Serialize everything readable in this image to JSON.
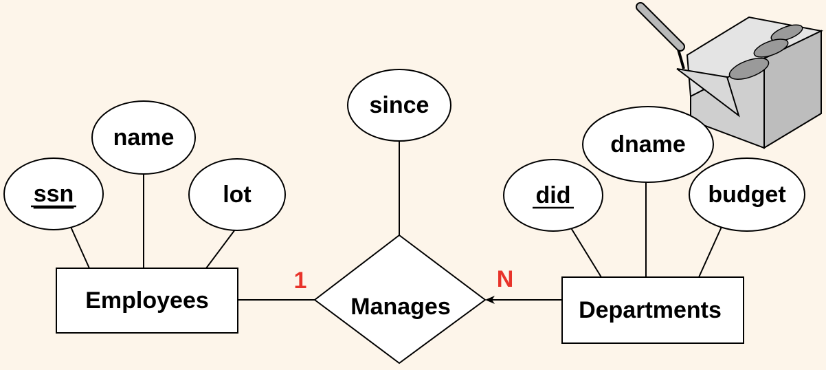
{
  "diagram": {
    "entities": {
      "employees": "Employees",
      "departments": "Departments"
    },
    "relationship": {
      "manages": "Manages"
    },
    "attributes": {
      "ssn": "ssn",
      "name": "name",
      "lot": "lot",
      "since": "since",
      "did": "did",
      "dname": "dname",
      "budget": "budget"
    },
    "cardinalities": {
      "employees_side": "1",
      "departments_side": "N"
    },
    "key_attributes": [
      "ssn",
      "did"
    ],
    "colors": {
      "background": "#fdf5ea",
      "cardinality": "#e8332a"
    },
    "decoration": "brick-and-trowel-icon"
  }
}
